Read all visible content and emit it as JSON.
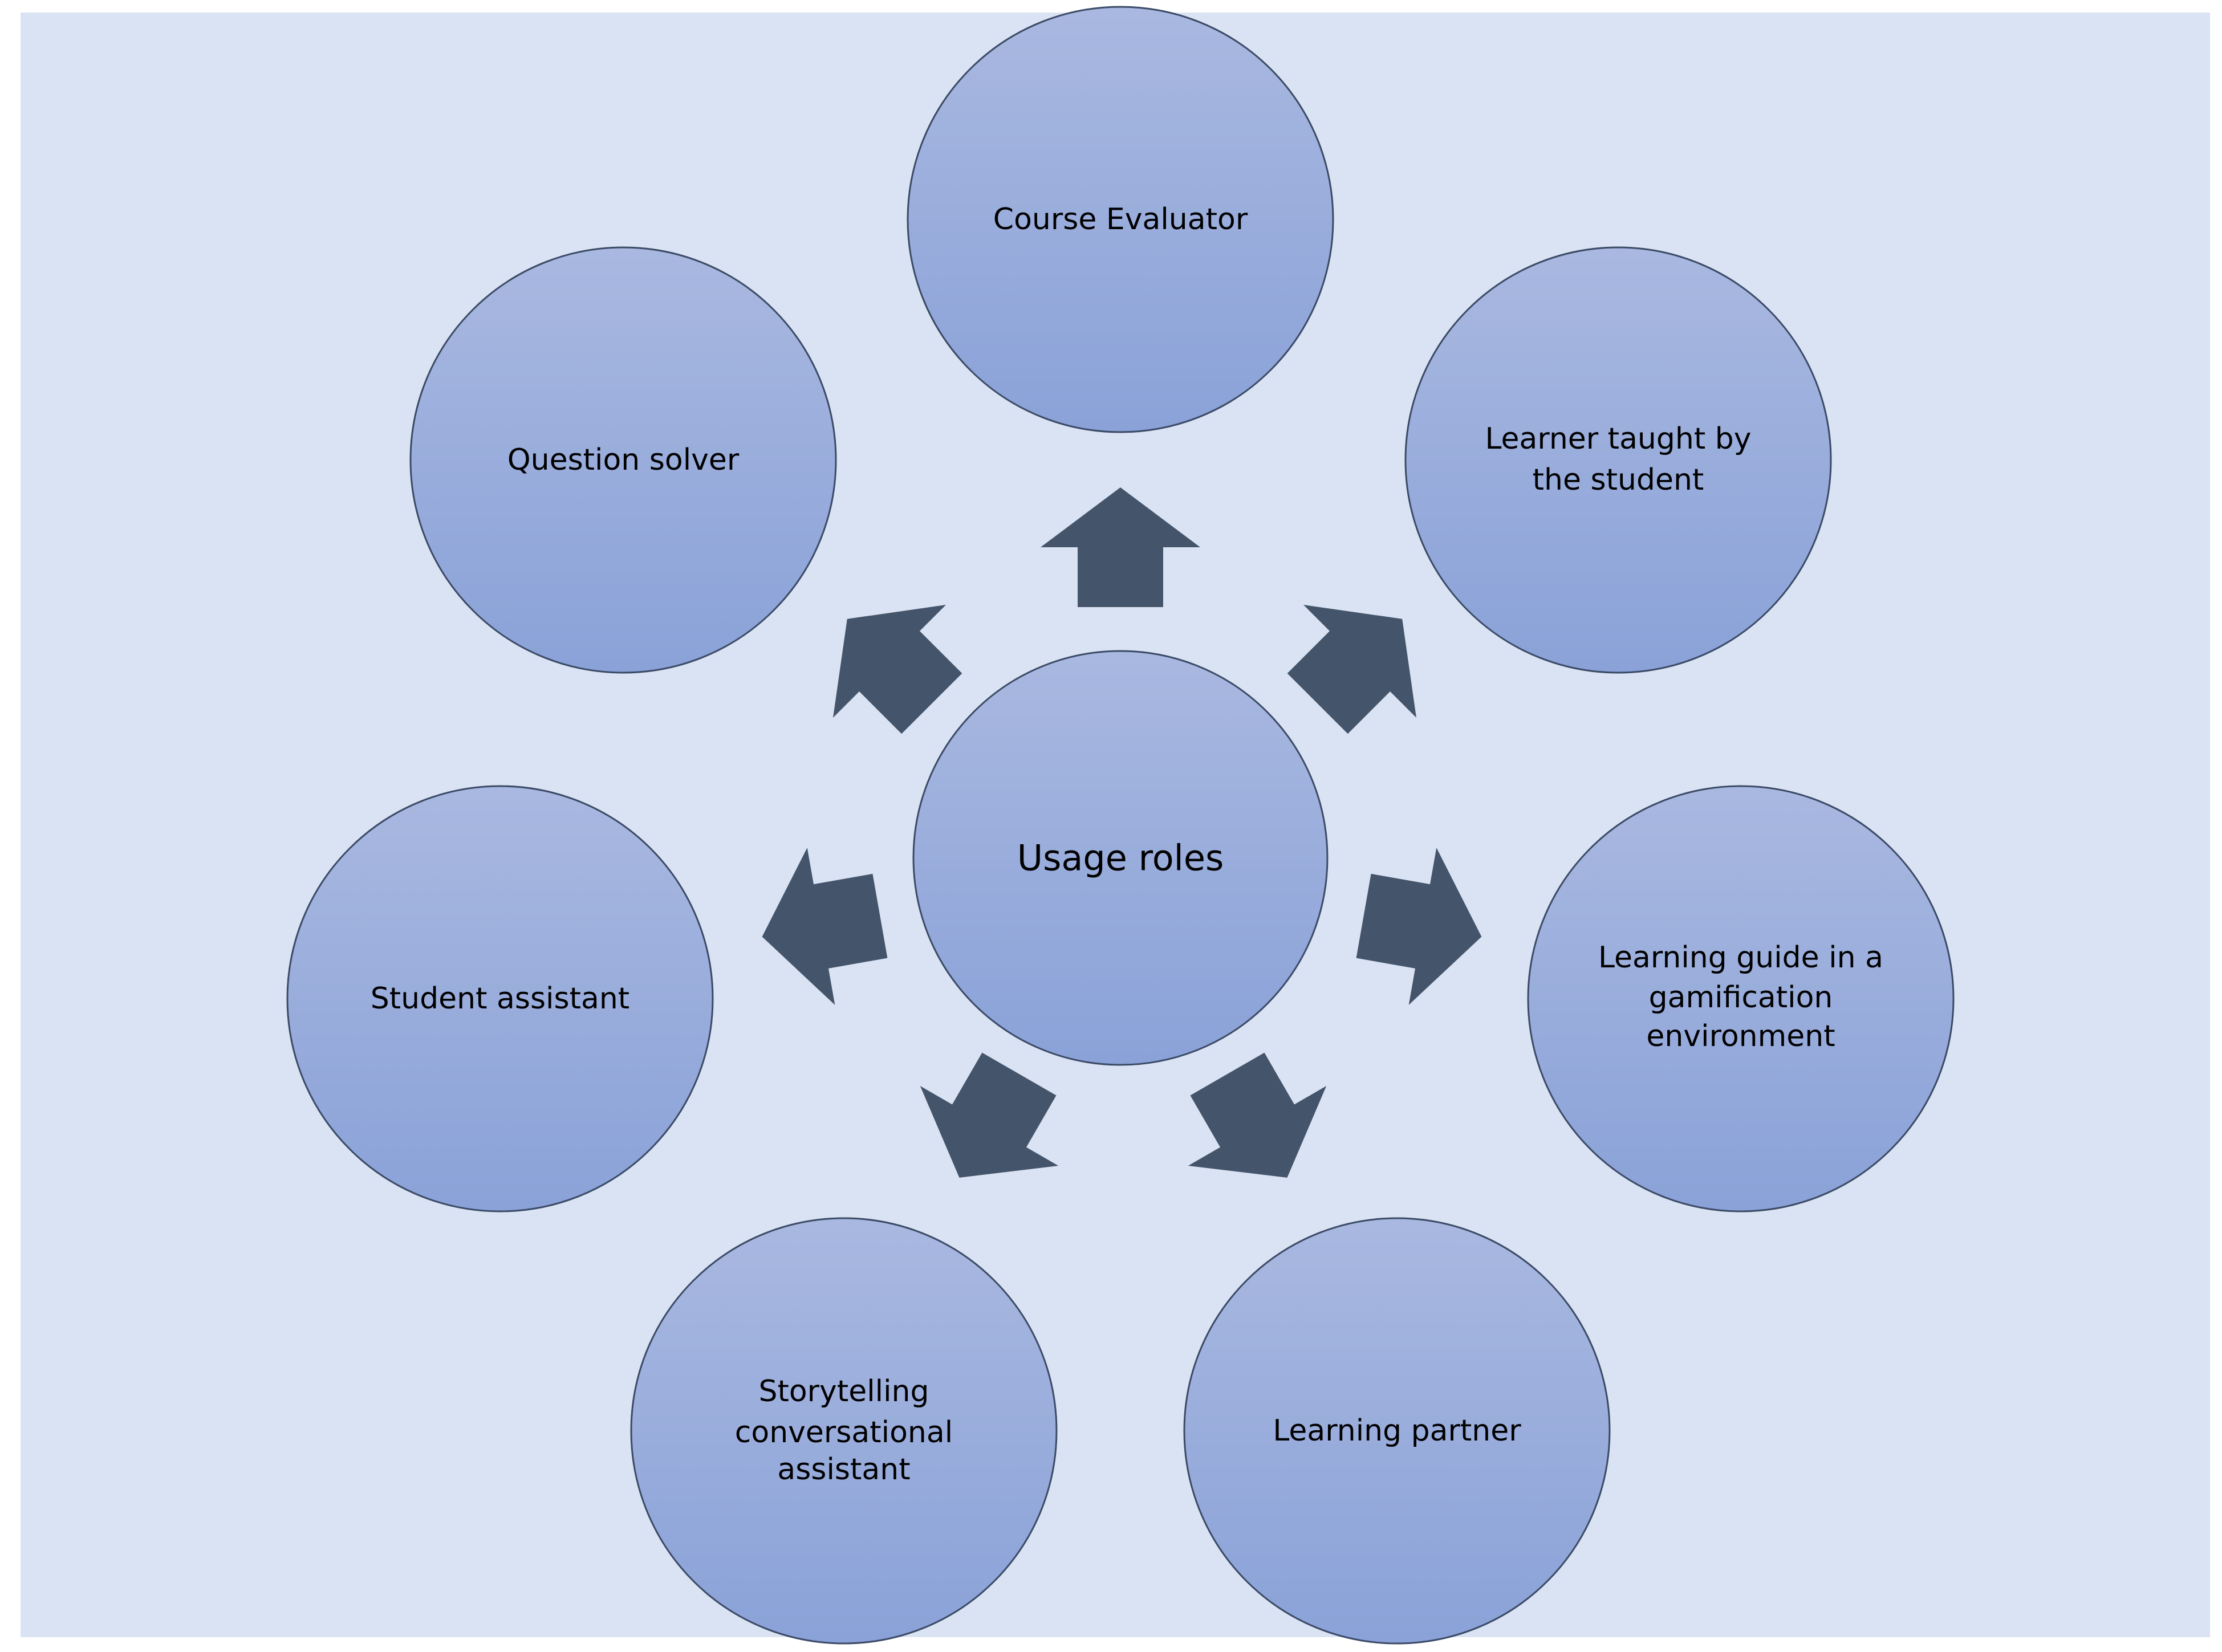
{
  "diagram": {
    "center": {
      "label": "Usage roles"
    },
    "nodes": [
      {
        "id": "course-evaluator",
        "lines": [
          "Course Evaluator"
        ]
      },
      {
        "id": "learner-taught",
        "lines": [
          "Learner taught by",
          "the student"
        ]
      },
      {
        "id": "learning-guide",
        "lines": [
          "Learning guide in a",
          "gamification",
          "environment"
        ]
      },
      {
        "id": "learning-partner",
        "lines": [
          "Learning partner"
        ]
      },
      {
        "id": "storytelling-assistant",
        "lines": [
          "Storytelling",
          "conversational",
          "assistant"
        ]
      },
      {
        "id": "student-assistant",
        "lines": [
          "Student assistant"
        ]
      },
      {
        "id": "question-solver",
        "lines": [
          "Question solver"
        ]
      }
    ]
  },
  "colors": {
    "background": "#dae3f3",
    "circle_top": "#a9b8e0",
    "circle_bottom": "#8aa2d8",
    "circle_stroke": "#3b4a66",
    "arrow": "#44546a"
  }
}
